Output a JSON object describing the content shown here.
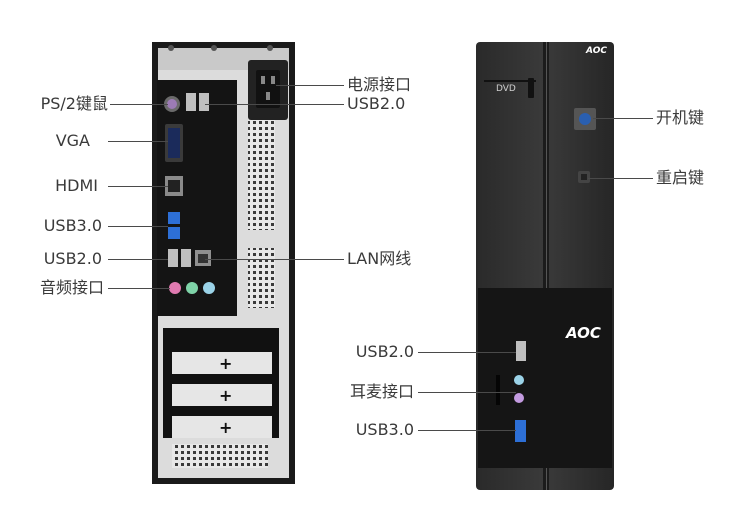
{
  "rear_panel": {
    "left_labels": [
      "PS/2键鼠",
      "VGA",
      "HDMI",
      "USB3.0",
      "USB2.0",
      "音频接口"
    ],
    "right_labels": [
      "电源接口",
      "USB2.0",
      "LAN网线"
    ],
    "slot_marks": [
      "+",
      "+",
      "+"
    ]
  },
  "front_panel": {
    "brand_logo": "AOC",
    "drive_logo": "DVD",
    "right_labels": [
      "开机键",
      "重启键"
    ],
    "left_labels": [
      "USB2.0",
      "耳麦接口",
      "USB3.0"
    ]
  },
  "colors": {
    "usb3_port": "#2d6fd6",
    "audio_green": "#7fd3a8",
    "audio_pink": "#e07ab0",
    "label_text": "#3a3a3a"
  }
}
